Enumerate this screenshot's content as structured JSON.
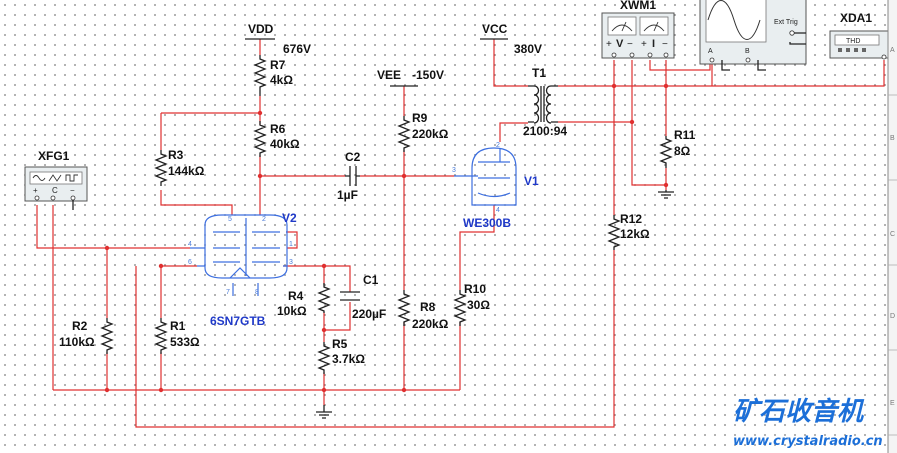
{
  "components": {
    "vdd": {
      "name": "VDD",
      "value": "676V"
    },
    "vcc": {
      "name": "VCC",
      "value": "380V"
    },
    "vee": {
      "name": "VEE",
      "value": "-150V"
    },
    "r7": {
      "name": "R7",
      "value": "4kΩ"
    },
    "r6": {
      "name": "R6",
      "value": "40kΩ"
    },
    "r3": {
      "name": "R3",
      "value": "144kΩ"
    },
    "r9": {
      "name": "R9",
      "value": "220kΩ"
    },
    "r2": {
      "name": "R2",
      "value": "110kΩ"
    },
    "r1": {
      "name": "R1",
      "value": "533Ω"
    },
    "r4": {
      "name": "R4",
      "value": "10kΩ"
    },
    "r5": {
      "name": "R5",
      "value": "3.7kΩ"
    },
    "r8": {
      "name": "R8",
      "value": "220kΩ"
    },
    "r10": {
      "name": "R10",
      "value": "30Ω"
    },
    "r11": {
      "name": "R11",
      "value": "8Ω"
    },
    "r12": {
      "name": "R12",
      "value": "12kΩ"
    },
    "c1": {
      "name": "C1",
      "value": "220µF"
    },
    "c2": {
      "name": "C2",
      "value": "1µF"
    },
    "t1": {
      "name": "T1",
      "value": "2100:94"
    },
    "v1": {
      "name": "V1",
      "value": "WE300B"
    },
    "v2": {
      "name": "V2",
      "value": "6SN7GTB"
    }
  },
  "instruments": {
    "xfg1": "XFG1",
    "xwm1": "XWM1",
    "xda1": "XDA1",
    "xda1_display": "THD",
    "scope_ext_trig": "Ext Trig",
    "scope_a": "A",
    "scope_b": "B",
    "wattmeter_v": "V",
    "wattmeter_i": "I"
  },
  "pins": {
    "v1_plate": "2",
    "v1_grid": "3",
    "v1_cathode": "4",
    "v2_p1": "1",
    "v2_p2": "2",
    "v2_p3": "3",
    "v2_p4": "4",
    "v2_p5": "5",
    "v2_p6": "6",
    "v2_p7": "7",
    "v2_p8": "8"
  },
  "ruler_letters": [
    "A",
    "B",
    "C",
    "D",
    "E"
  ],
  "watermark": {
    "title": "矿石收音机",
    "url": "www.crystalradio.cn"
  }
}
